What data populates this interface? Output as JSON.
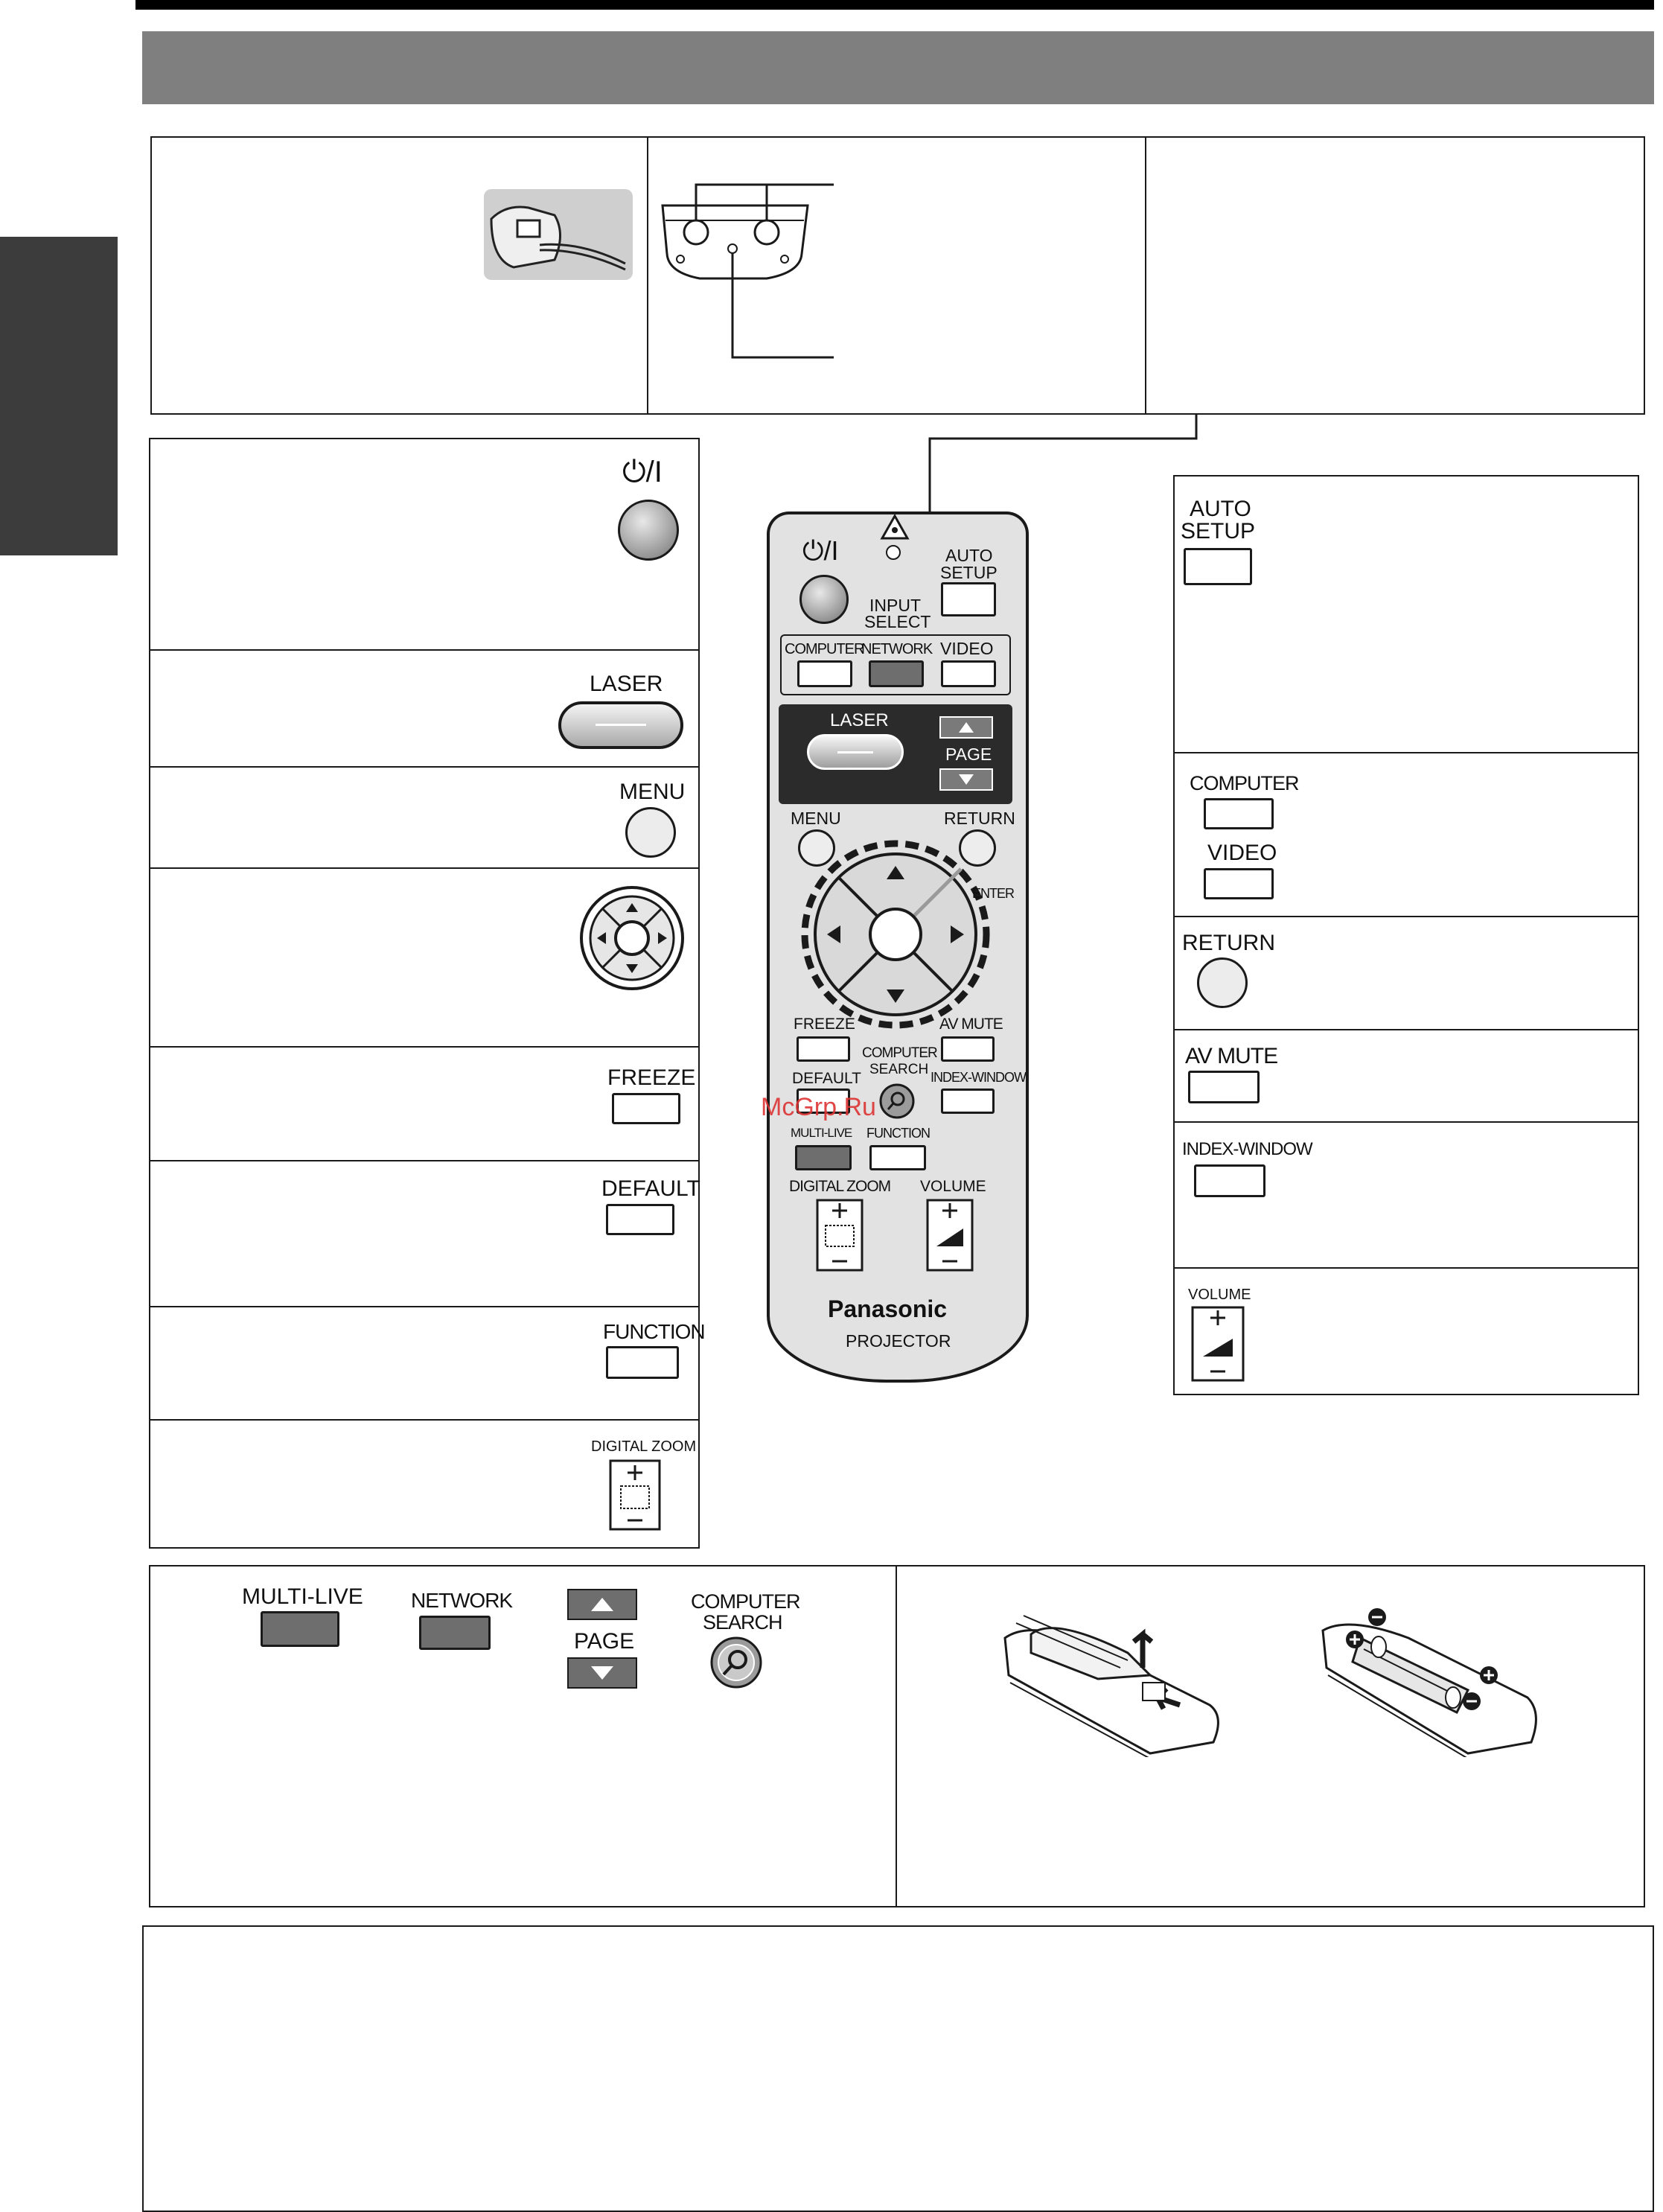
{
  "remote": {
    "power_symbol": "⏻/I",
    "auto_setup": [
      "AUTO",
      "SETUP"
    ],
    "input_select": [
      "INPUT",
      "SELECT"
    ],
    "computer": "COMPUTER",
    "network": "NETWORK",
    "video": "VIDEO",
    "laser": "LASER",
    "page": "PAGE",
    "menu": "MENU",
    "return": "RETURN",
    "enter": "ENTER",
    "freeze": "FREEZE",
    "av_mute": "AV MUTE",
    "computer_search": [
      "COMPUTER",
      "SEARCH"
    ],
    "default": "DEFAULT",
    "index_window": "INDEX-WINDOW",
    "multi_live": "MULTI-LIVE",
    "function": "FUNCTION",
    "digital_zoom": "DIGITAL ZOOM",
    "volume": "VOLUME",
    "brand": "Panasonic",
    "product": "PROJECTOR",
    "watermark": "McGrp.Ru"
  },
  "left_panel": {
    "power_symbol": "⏻/I",
    "laser": "LASER",
    "menu": "MENU",
    "freeze": "FREEZE",
    "default": "DEFAULT",
    "function": "FUNCTION",
    "digital_zoom": "DIGITAL ZOOM"
  },
  "right_panel": {
    "auto_setup": [
      "AUTO",
      "SETUP"
    ],
    "computer": "COMPUTER",
    "video": "VIDEO",
    "return": "RETURN",
    "av_mute": "AV MUTE",
    "index_window": "INDEX-WINDOW",
    "volume": "VOLUME"
  },
  "bottom_panel": {
    "multi_live": "MULTI-LIVE",
    "network": "NETWORK",
    "page": "PAGE",
    "computer_search": [
      "COMPUTER",
      "SEARCH"
    ]
  },
  "colors": {
    "header_bar": "#7f7f7f",
    "side_tab": "#3c3c3c",
    "remote_body": "#e2e2e2",
    "laser_panel": "#2b2b2b",
    "gray_button": "#6e6e6e"
  }
}
